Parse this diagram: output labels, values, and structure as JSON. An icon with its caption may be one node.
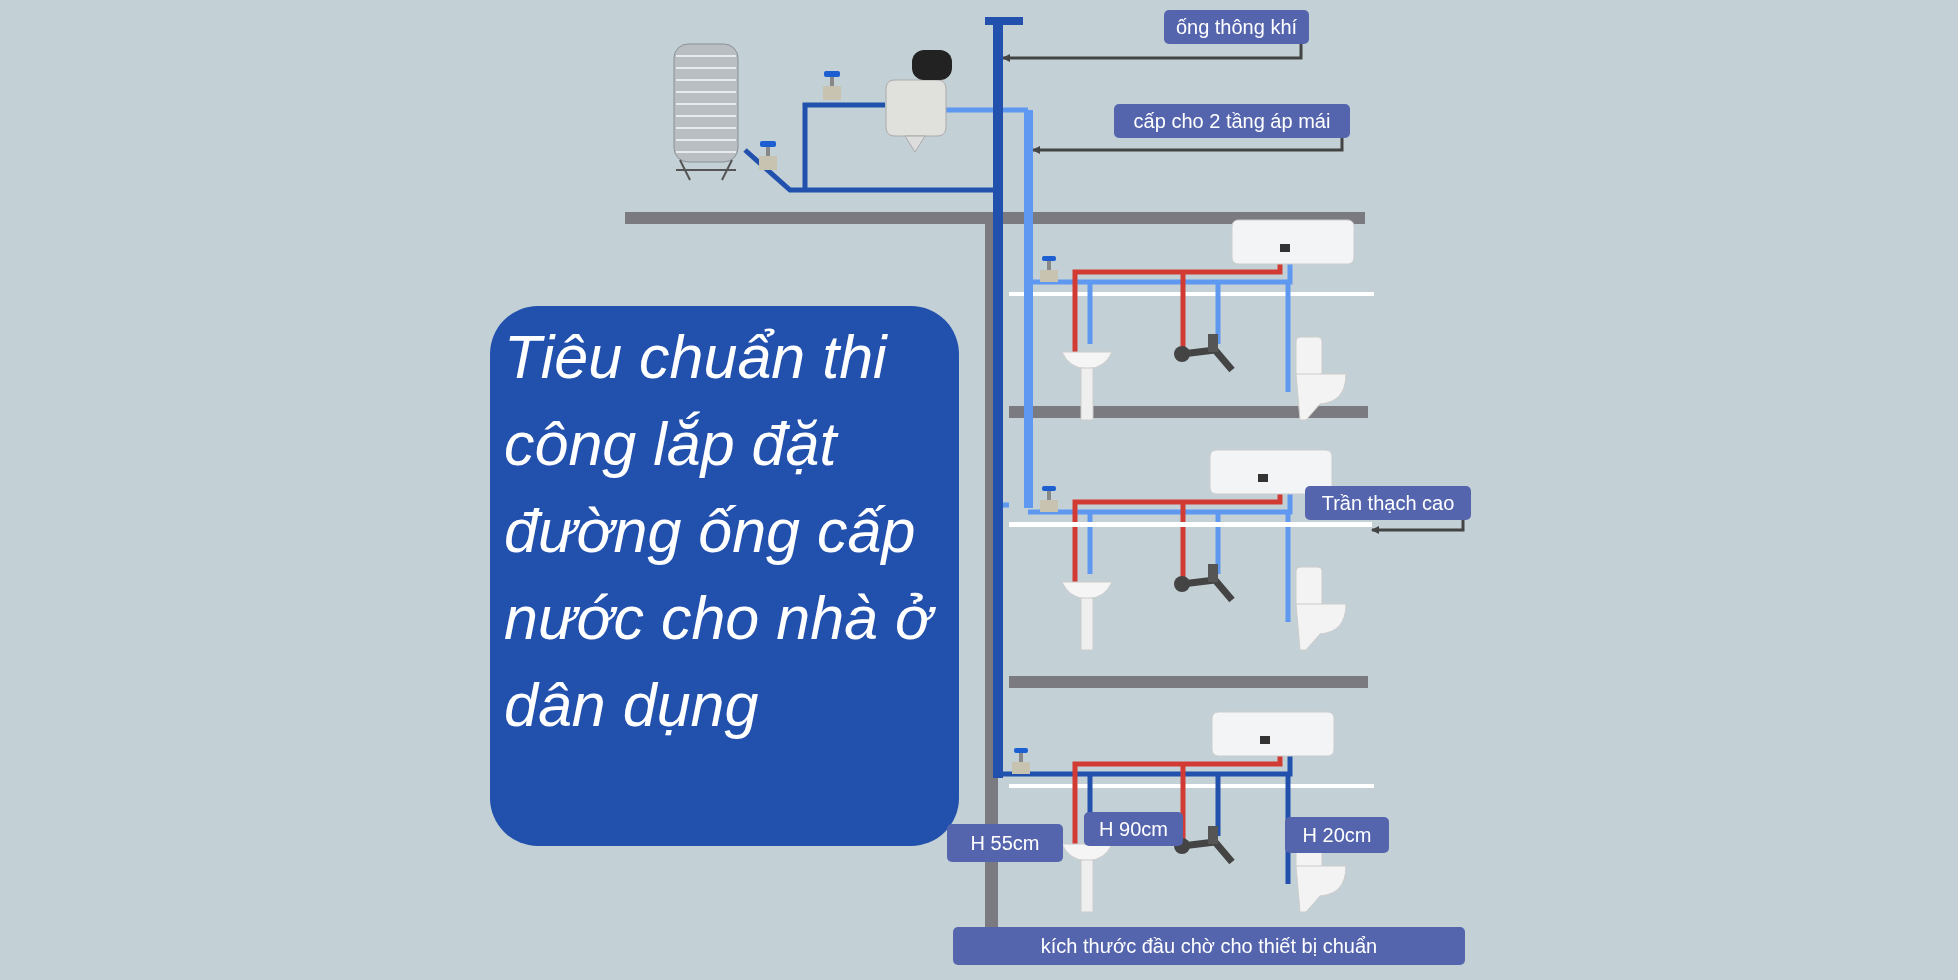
{
  "diagram": {
    "nodes": [
      {
        "text": [
          "Tiêu chuẩn thi công lắp đặt đường ống cấp nước cho nhà ở dân dụng"
        ]
      },
      {
        "text": [
          "ống thông khí"
        ]
      },
      {
        "text": [
          "cấp cho 2 tầng áp mái"
        ]
      },
      {
        "text": [
          "Trần thạch cao"
        ]
      },
      {
        "text": [
          "H 55cm"
        ]
      },
      {
        "text": [
          "H 90cm"
        ]
      },
      {
        "text": [
          "H 20cm"
        ]
      },
      {
        "text": [
          "kích thước đầu chờ cho thiết bị chuẩn"
        ]
      },
      {
        "text": [],
        "shape": "bar"
      },
      {
        "text": [],
        "shape": "bar"
      },
      {
        "text": [],
        "shape": "bar"
      }
    ],
    "edges": [
      {
        "from": 1,
        "to": 8,
        "arrow": "to"
      },
      {
        "from": 2,
        "to": 9,
        "arrow": "to"
      },
      {
        "from": 3,
        "to": 10,
        "arrow": "to"
      }
    ]
  }
}
